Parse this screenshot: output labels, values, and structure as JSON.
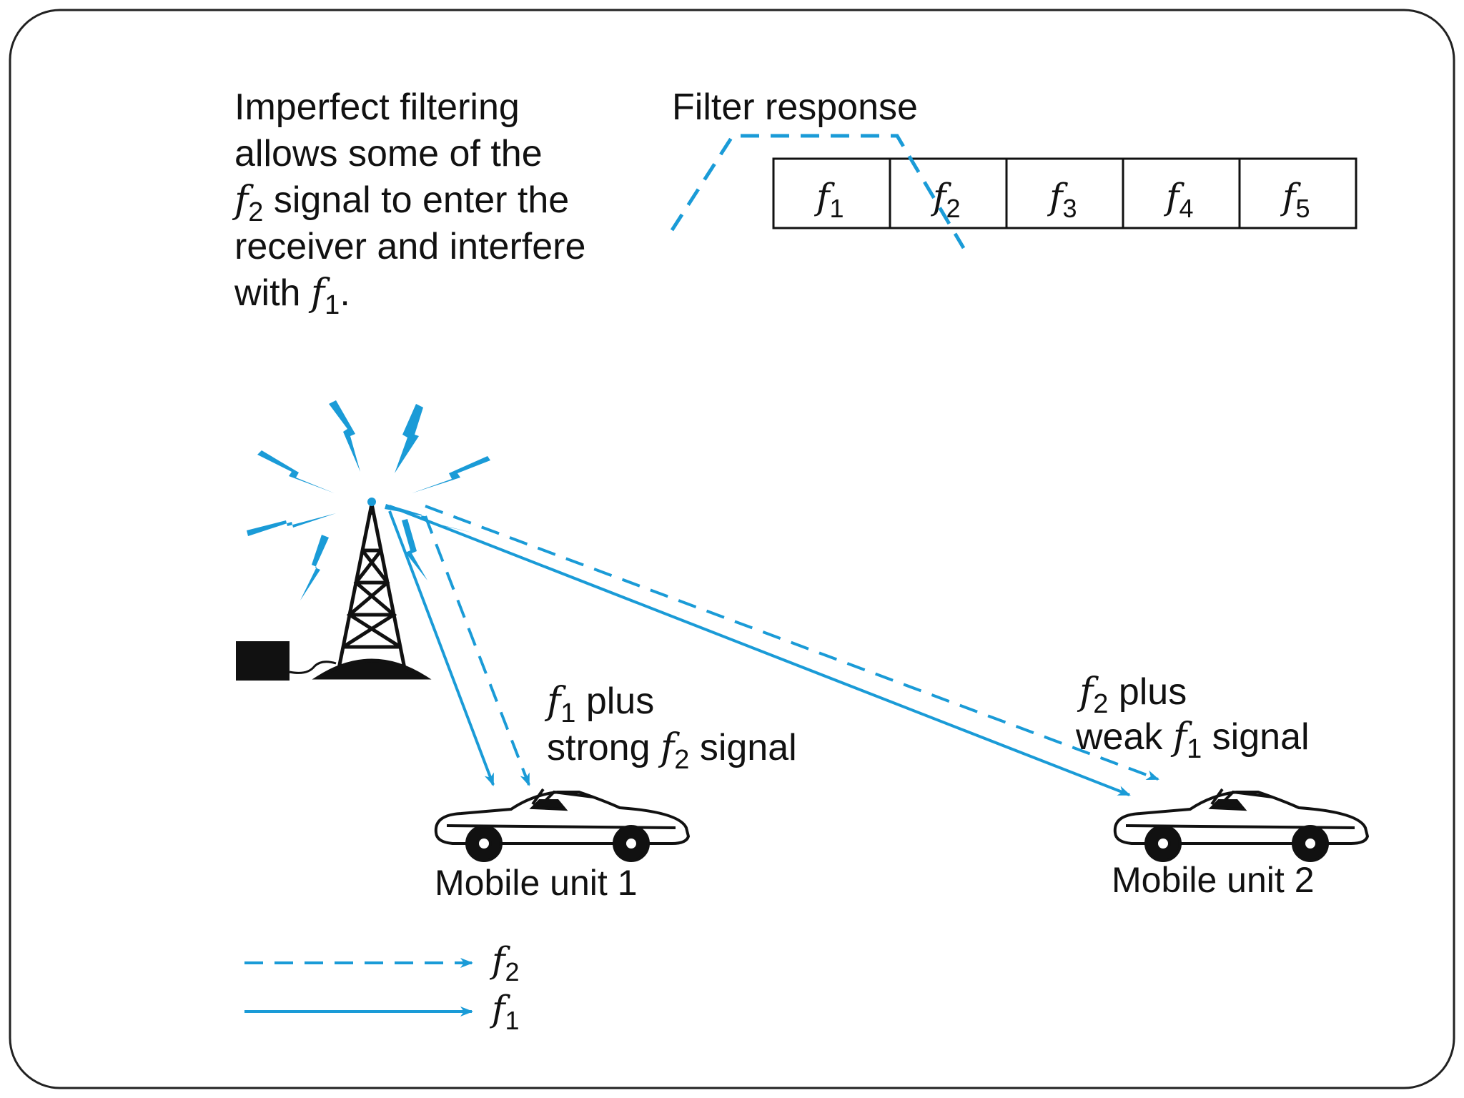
{
  "caption": {
    "line1": "Imperfect filtering",
    "line2": "allows some of the",
    "line3_sym": "f",
    "line3_sub": "2",
    "line3_rest": " signal to enter the",
    "line4": "receiver and interfere",
    "line5_pre": "with ",
    "line5_sym": "f",
    "line5_sub": "1",
    "line5_post": "."
  },
  "filter": {
    "title": "Filter response",
    "channels": [
      {
        "sym": "f",
        "sub": "1"
      },
      {
        "sym": "f",
        "sub": "2"
      },
      {
        "sym": "f",
        "sub": "3"
      },
      {
        "sym": "f",
        "sub": "4"
      },
      {
        "sym": "f",
        "sub": "5"
      }
    ]
  },
  "unit1": {
    "label": "Mobile unit 1",
    "note_l1_sym": "f",
    "note_l1_sub": "1",
    "note_l1_rest": " plus",
    "note_l2_pre": "strong ",
    "note_l2_sym": "f",
    "note_l2_sub": "2",
    "note_l2_post": " signal"
  },
  "unit2": {
    "label": "Mobile unit 2",
    "note_l1_sym": "f",
    "note_l1_sub": "2",
    "note_l1_rest": " plus",
    "note_l2_pre": "weak ",
    "note_l2_sym": "f",
    "note_l2_sub": "1",
    "note_l2_post": " signal"
  },
  "legend": {
    "dashed_sym": "f",
    "dashed_sub": "2",
    "solid_sym": "f",
    "solid_sub": "1"
  },
  "colors": {
    "signal": "#1a9bd7",
    "ink": "#111111",
    "frame": "#222222"
  },
  "icons": [
    "radio-tower-icon",
    "transmitter-box-icon",
    "car-icon",
    "lightning-icon"
  ]
}
